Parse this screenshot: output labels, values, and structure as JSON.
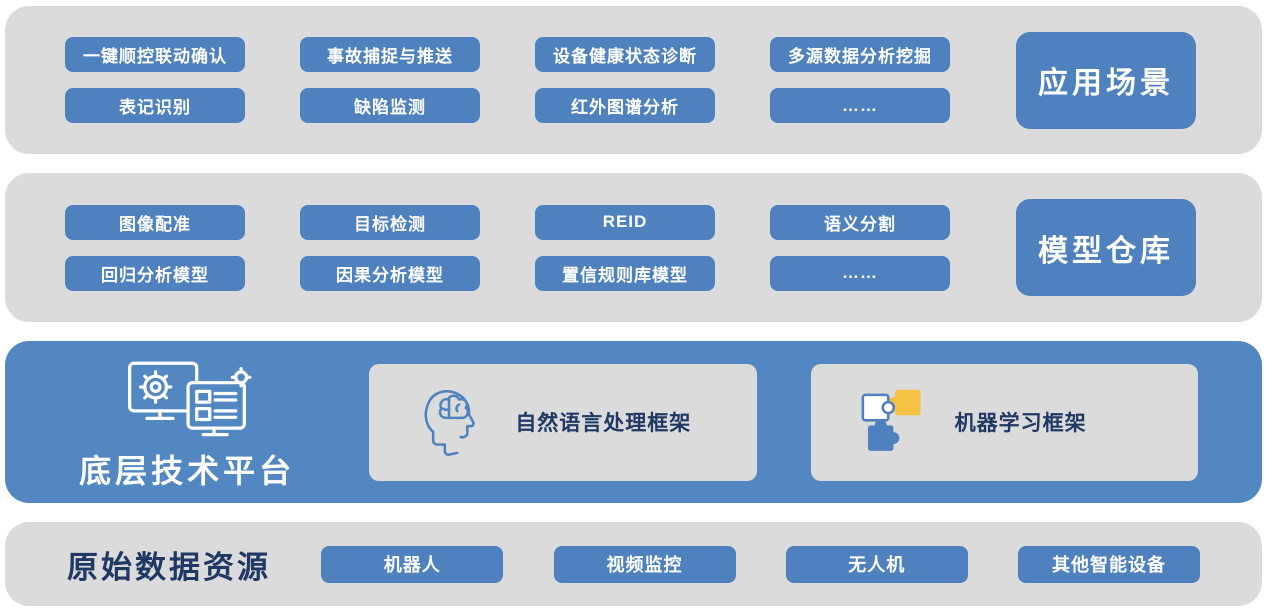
{
  "layers": {
    "application": {
      "label": "应用场景",
      "pills_row1": [
        "一键顺控联动确认",
        "事故捕捉与推送",
        "设备健康状态诊断",
        "多源数据分析挖掘"
      ],
      "pills_row2": [
        "表记识别",
        "缺陷监测",
        "红外图谱分析",
        "……"
      ]
    },
    "models": {
      "label": "模型仓库",
      "pills_row1": [
        "图像配准",
        "目标检测",
        "REID",
        "语义分割"
      ],
      "pills_row2": [
        "回归分析模型",
        "因果分析模型",
        "置信规则库模型",
        "……"
      ]
    },
    "platform": {
      "label": "底层技术平台",
      "platform_icon": "dual-monitor-gear-icon",
      "frameworks": [
        {
          "label": "自然语言处理框架",
          "icon": "brain-icon"
        },
        {
          "label": "机器学习框架",
          "icon": "puzzle-icon"
        }
      ]
    },
    "data_sources": {
      "label": "原始数据资源",
      "pills": [
        "机器人",
        "视频监控",
        "无人机",
        "其他智能设备"
      ]
    }
  },
  "colors": {
    "band_gray": "#DBDBDB",
    "pill_blue": "#4E81BD",
    "platform_band_blue": "#5287C1",
    "label_navy": "#1F3864",
    "puzzle_yellow": "#F5C242"
  }
}
